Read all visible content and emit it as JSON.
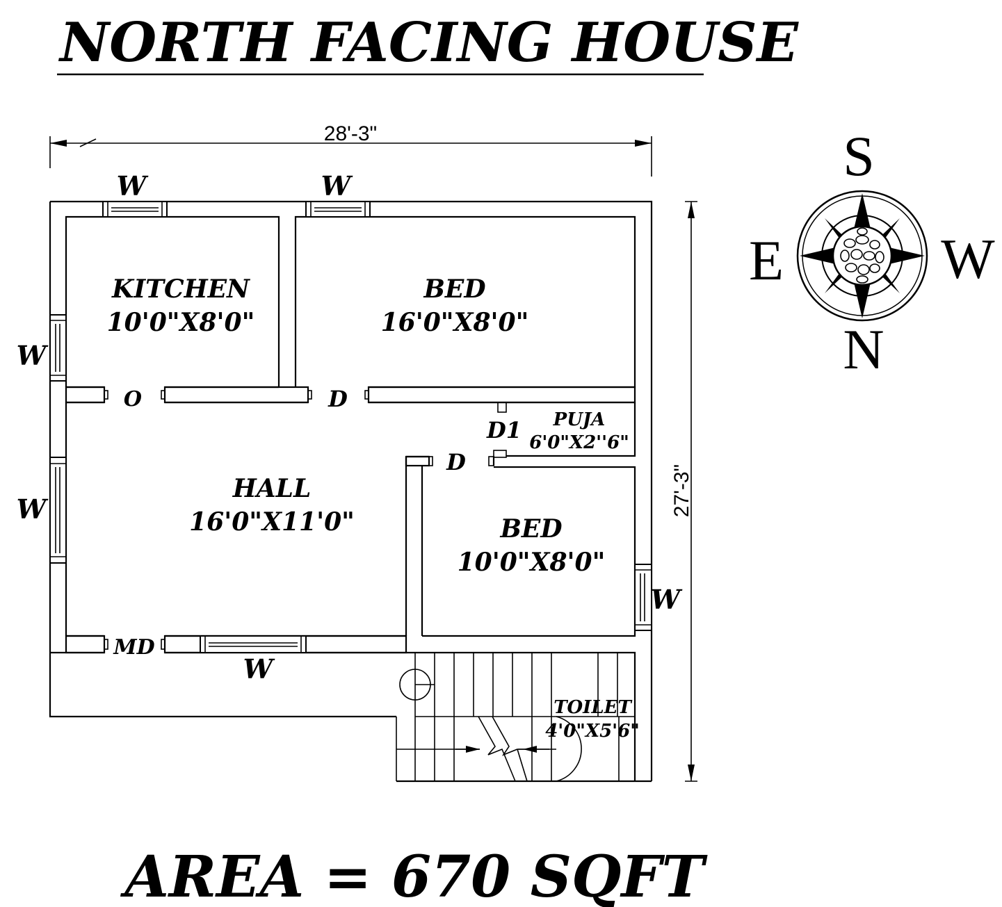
{
  "title": "NORTH FACING HOUSE",
  "area": "AREA = 670 SQFT",
  "dimensions": {
    "width": "28'-3\"",
    "depth": "27'-3\""
  },
  "rooms": {
    "kitchen": {
      "name": "KITCHEN",
      "size": "10'0\"X8'0\""
    },
    "bed_top": {
      "name": "BED",
      "size": "16'0\"X8'0\""
    },
    "hall": {
      "name": "HALL",
      "size": "16'0\"X11'0\""
    },
    "bed_bottom": {
      "name": "BED",
      "size": "10'0\"X8'0\""
    },
    "puja": {
      "name": "PUJA",
      "size": "6'0\"X2''6\""
    },
    "toilet": {
      "name": "TOILET",
      "size": "4'0\"X5'6\""
    }
  },
  "openings": {
    "window": "W",
    "door": "D",
    "door_d1": "D1",
    "opening": "O",
    "main_door": "MD"
  },
  "compass": {
    "north": "N",
    "south": "S",
    "east": "E",
    "west": "W"
  }
}
